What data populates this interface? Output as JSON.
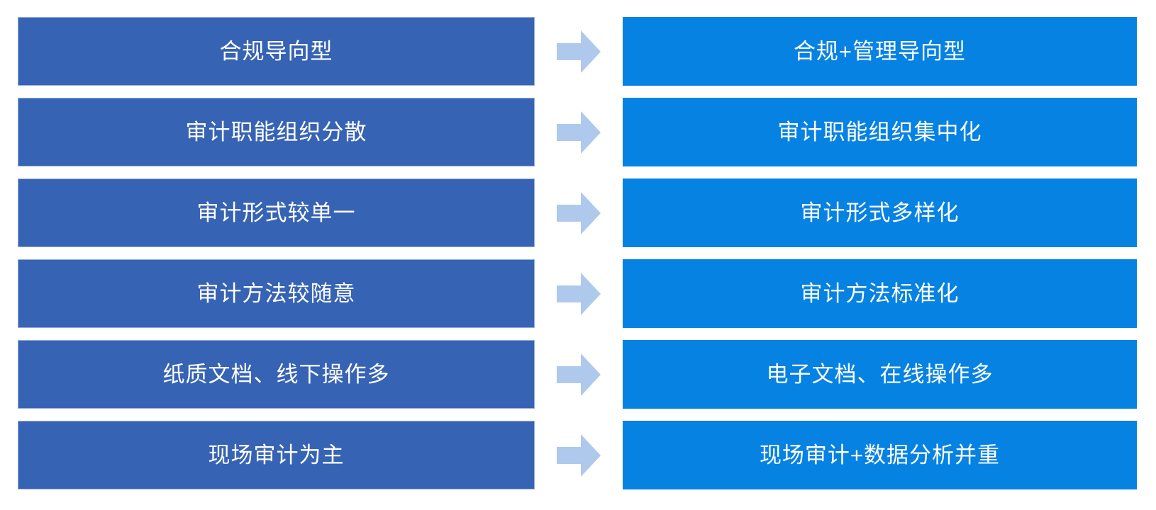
{
  "diagram": {
    "type": "before-after-transformation",
    "colors": {
      "left_box": "#3763B4",
      "left_box_border": "#97ACDB",
      "right_box": "#0682E3",
      "arrow": "#AFC9EC",
      "text": "#FFFFFF",
      "background": "#FFFFFF"
    },
    "arrow_icon": "block-right-arrow",
    "rows": [
      {
        "before": "合规导向型",
        "after": "合规+管理导向型"
      },
      {
        "before": "审计职能组织分散",
        "after": "审计职能组织集中化"
      },
      {
        "before": "审计形式较单一",
        "after": "审计形式多样化"
      },
      {
        "before": "审计方法较随意",
        "after": "审计方法标准化"
      },
      {
        "before": "纸质文档、线下操作多",
        "after": "电子文档、在线操作多"
      },
      {
        "before": "现场审计为主",
        "after": "现场审计+数据分析并重"
      }
    ]
  }
}
